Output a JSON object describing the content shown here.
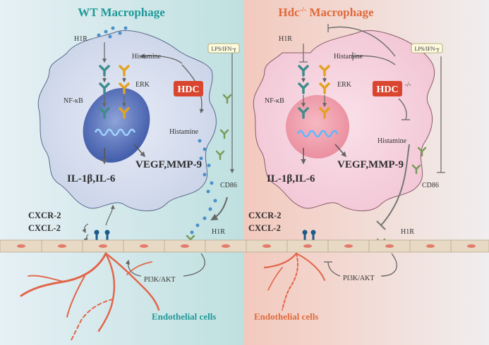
{
  "colors": {
    "left_bg": "#d5e9ec",
    "right_bg": "#f5d8cf",
    "wt_title": "#1f9a98",
    "ko_title": "#e06a3b",
    "hdc_box": "#d9452f",
    "receptor_teal": "#3f8d8a",
    "receptor_orange": "#e3a323",
    "vessel": "#e2654a",
    "histamine_dot": "#4a90c8"
  },
  "left": {
    "title": "WT Macrophage",
    "h1r_top": "H1R",
    "histamine_1": "Histamine",
    "erk": "ERK",
    "nfkb": "NF-κB",
    "hdc": "HDC",
    "lps": "LPS/IFN-γ",
    "histamine_2": "Histamine",
    "vegf": "VEGF,MMP-9",
    "il": "IL-1β,IL-6",
    "cd86": "CD86",
    "cxcr2": "CXCR-2",
    "cxcl2": "CXCL-2",
    "h1r_bottom": "H1R",
    "pi3k": "PI3K/AKT",
    "endothelial": "Endothelial cells"
  },
  "right": {
    "title_main": "Hdc",
    "title_sup": "-/-",
    "title_rest": " Macrophage",
    "h1r_top": "H1R",
    "histamine_1": "Histamine",
    "erk": "ERK",
    "nfkb": "NF-κB",
    "hdc": "HDC",
    "hdc_sup": "-/-",
    "lps": "LPS/IFN-γ",
    "histamine_2": "Histamine",
    "vegf": "VEGF,MMP-9",
    "il": "IL-1β,IL-6",
    "cd86": "CD86",
    "cxcr2": "CXCR-2",
    "cxcl2": "CXCL-2",
    "h1r_bottom": "H1R",
    "pi3k": "PI3K/AKT",
    "endothelial": "Endothelial cells"
  }
}
